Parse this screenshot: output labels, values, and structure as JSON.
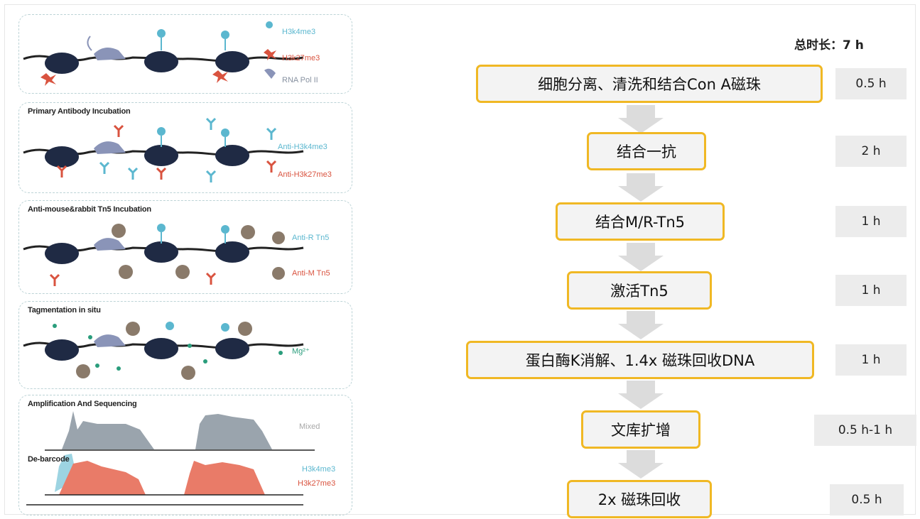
{
  "schematic": {
    "legend_top": {
      "h3k4me3": "H3k4me3",
      "h3k27me3": "H3k27me3",
      "rna_pol": "RNA Pol II"
    },
    "panel1_title": "Primary Antibody Incubation",
    "legend_antibody": {
      "anti_h3k4me3": "Anti-H3k4me3",
      "anti_h3k27me3": "Anti-H3k27me3"
    },
    "panel2_title": "Anti-mouse&rabbit Tn5 Incubation",
    "legend_tn5": {
      "anti_r": "Anti-R Tn5",
      "anti_m": "Anti-M Tn5"
    },
    "panel3_title": "Tagmentation in situ",
    "legend_mg": "Mg²⁺",
    "panel4_title": "Amplification And Sequencing",
    "mixed_label": "Mixed",
    "debarcode_title": "De-barcode",
    "debarcode_legend": {
      "h3k4me3": "H3k4me3",
      "h3k27me3": "H3k27me3"
    }
  },
  "workflow": {
    "total_time": "总时长：7 h",
    "steps": [
      {
        "label": "细胞分离、清洗和结合Con A磁珠",
        "time": "0.5 h"
      },
      {
        "label": "结合一抗",
        "time": "2 h"
      },
      {
        "label": "结合M/R-Tn5",
        "time": "1 h"
      },
      {
        "label": "激活Tn5",
        "time": "1 h"
      },
      {
        "label": "蛋白酶K消解、1.4x 磁珠回收DNA",
        "time": "1 h"
      },
      {
        "label": "文库扩增",
        "time": "0.5 h-1 h"
      },
      {
        "label": "2x 磁珠回收",
        "time": "0.5 h"
      }
    ]
  },
  "colors": {
    "step_border": "#f0b824",
    "step_fill": "#f3f3f3",
    "time_fill": "#ececec",
    "arrow": "#dcdcdc",
    "teal": "#5bb7cf",
    "red": "#d9533f",
    "grey_peak": "#9aa4ad"
  }
}
